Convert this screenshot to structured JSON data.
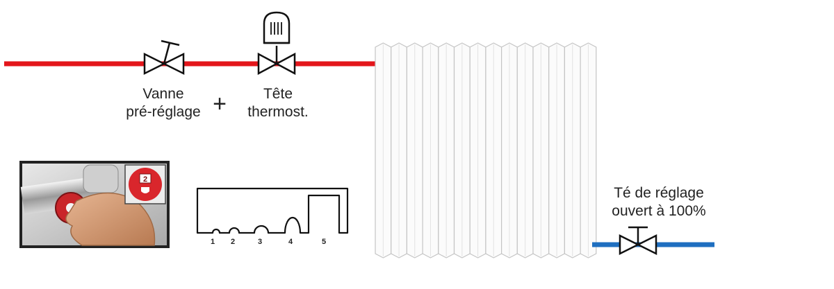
{
  "labels": {
    "vanne_line1": "Vanne",
    "vanne_line2": "pré-réglage",
    "plus": "+",
    "tete_line1": "Tête",
    "tete_line2": "thermost.",
    "te_line1": "Té de réglage",
    "te_line2": "ouvert à 100%"
  },
  "photo": {
    "badge_number": "2"
  },
  "gauge": {
    "notch_labels": [
      "1",
      "2",
      "3",
      "4",
      "5"
    ]
  },
  "colors": {
    "supply_pipe": "#e3161b",
    "return_pipe": "#1f6fc0",
    "valve_outline": "#111111",
    "radiator_fill": "#fbfbfb",
    "radiator_stroke": "#c4c4c4",
    "badge_red": "#d9262c"
  },
  "icons": [
    "presetting-valve-icon",
    "thermostatic-head-icon",
    "radiator-icon",
    "regulating-tee-valve-icon",
    "presetting-gauge-icon"
  ]
}
